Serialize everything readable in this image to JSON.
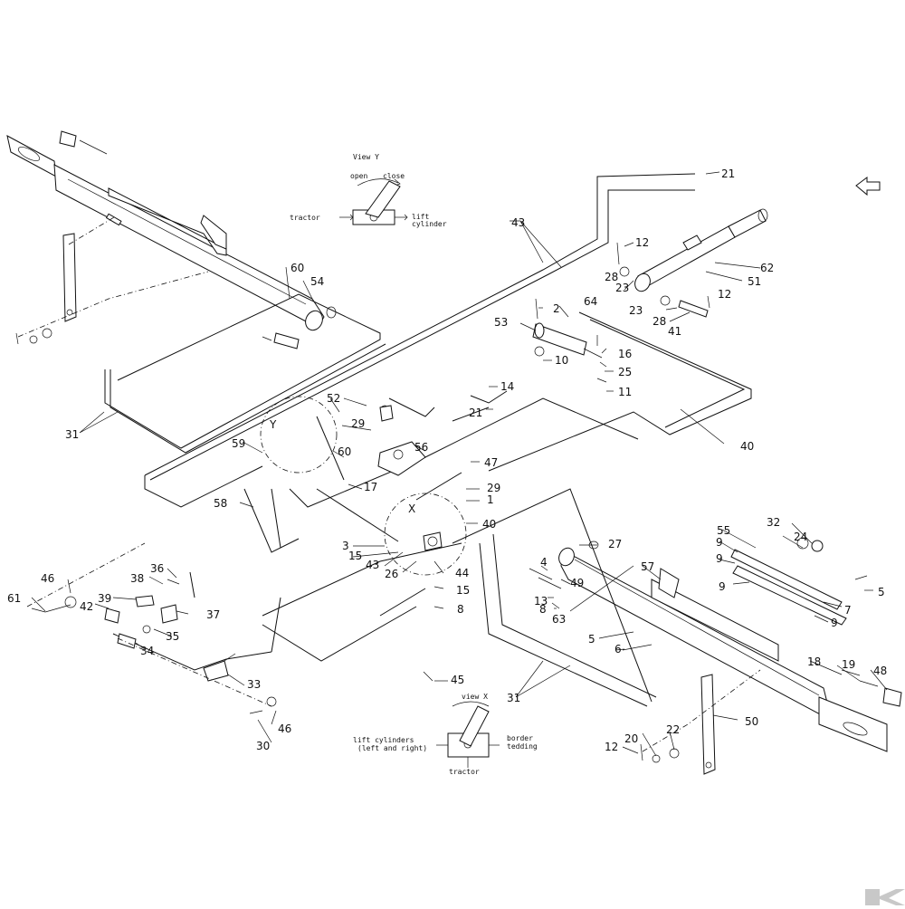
{
  "diagram": {
    "view_y": {
      "title": "View Y",
      "open": "open",
      "close": "close",
      "tractor": "tractor",
      "lift_line1": "lift",
      "lift_line2": "cylinder"
    },
    "view_x": {
      "title": "view X",
      "lift_line1": "lift cylinders",
      "lift_line2": "(left and right)",
      "border_line1": "border",
      "border_line2": "tedding",
      "tractor": "tractor"
    },
    "callouts": {
      "c1": "1",
      "c2": "2",
      "c3": "3",
      "c4": "4",
      "c5a": "5",
      "c5b": "5",
      "c6": "6",
      "c7": "7",
      "c8a": "8",
      "c8b": "8",
      "c9a": "9",
      "c9b": "9",
      "c9c": "9",
      "c9d": "9",
      "c10": "10",
      "c11": "11",
      "c12a": "12",
      "c12b": "12",
      "c12c": "12",
      "c13": "13",
      "c14": "14",
      "c15a": "15",
      "c15b": "15",
      "c16": "16",
      "c17": "17",
      "c18": "18",
      "c19": "19",
      "c20": "20",
      "c21a": "21",
      "c21b": "21",
      "c22": "22",
      "c23a": "23",
      "c23b": "23",
      "c24": "24",
      "c25": "25",
      "c26": "26",
      "c27": "27",
      "c28a": "28",
      "c28b": "28",
      "c29a": "29",
      "c29b": "29",
      "c30": "30",
      "c31a": "31",
      "c31b": "31",
      "c32": "32",
      "c33": "33",
      "c34": "34",
      "c35": "35",
      "c36": "36",
      "c37": "37",
      "c38": "38",
      "c39": "39",
      "c40a": "40",
      "c40b": "40",
      "c41": "41",
      "c42": "42",
      "c43a": "43",
      "c43b": "43",
      "c44": "44",
      "c45": "45",
      "c46a": "46",
      "c46b": "46",
      "c47": "47",
      "c48": "48",
      "c49": "49",
      "c50": "50",
      "c51": "51",
      "c52": "52",
      "c53": "53",
      "c54": "54",
      "c55": "55",
      "c56": "56",
      "c57": "57",
      "c58": "58",
      "c59": "59",
      "c60a": "60",
      "c60b": "60",
      "c61": "61",
      "c62": "62",
      "c63": "63",
      "c64": "64",
      "view_y_marker": "Y",
      "view_x_marker": "X"
    }
  }
}
